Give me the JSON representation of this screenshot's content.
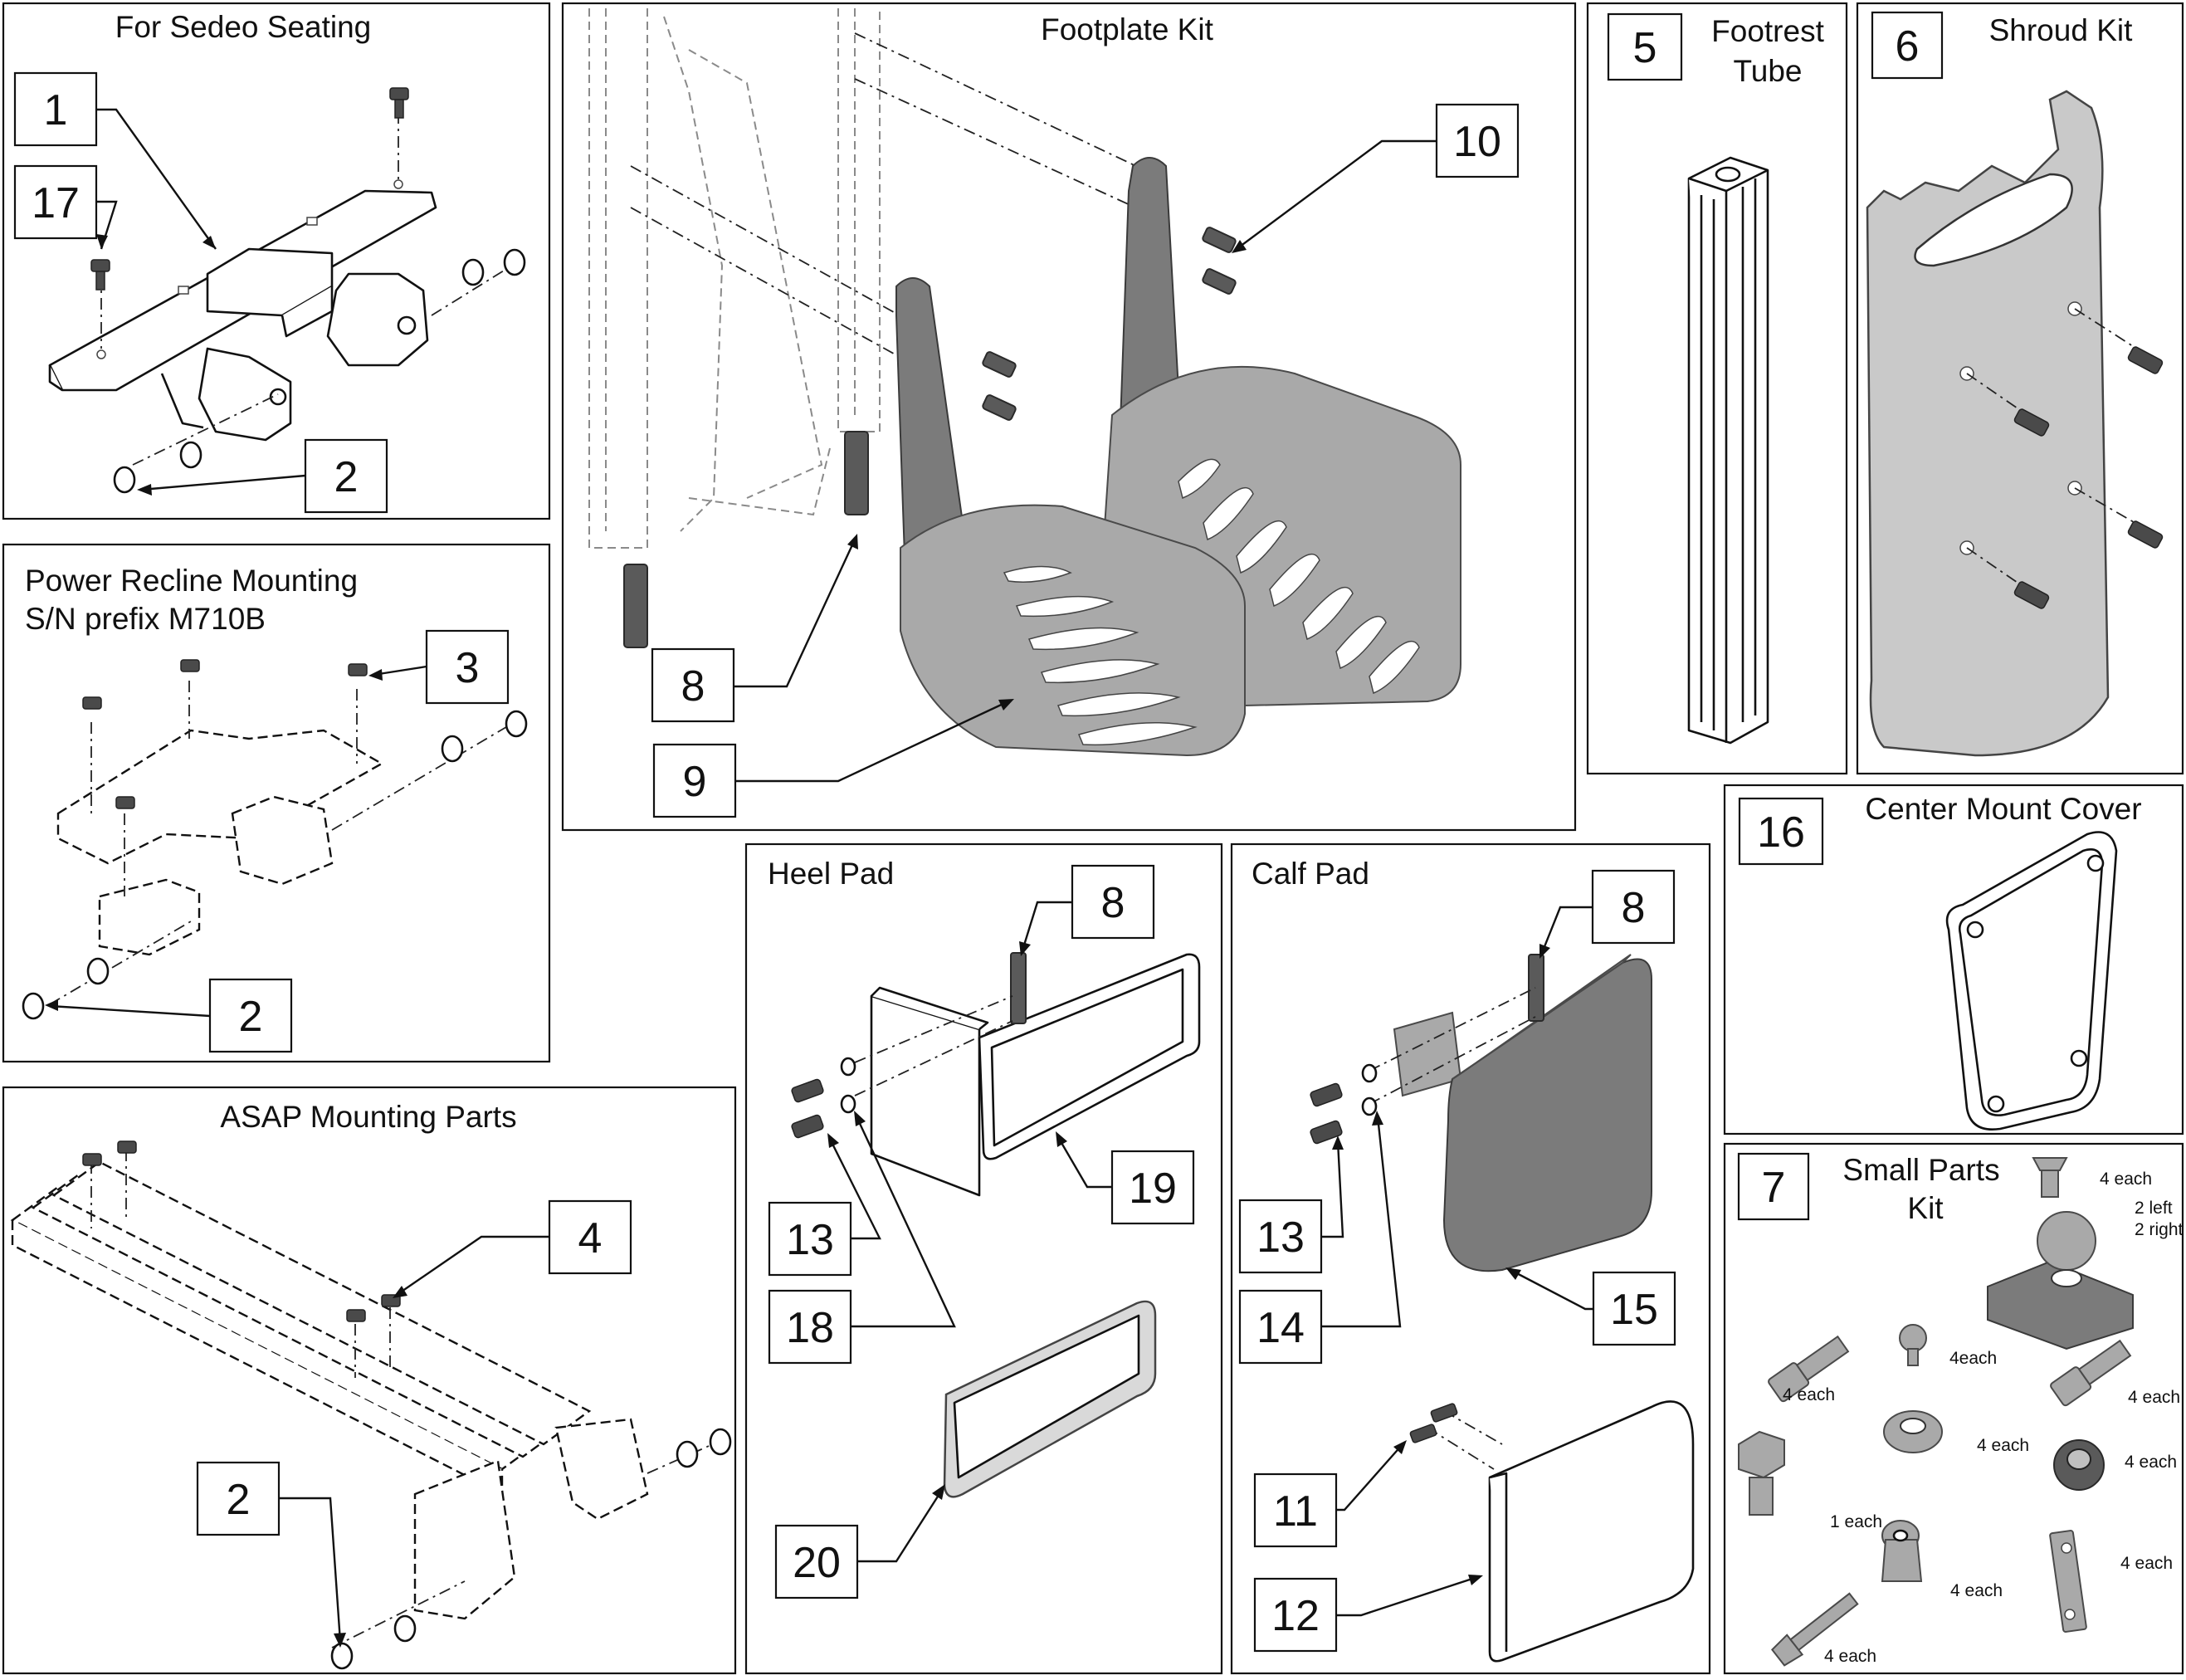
{
  "panels": {
    "sedeo": {
      "title": "For Sedeo Seating",
      "callouts": [
        "1",
        "17",
        "2"
      ]
    },
    "power_recline": {
      "title_line1": "Power Recline Mounting",
      "title_line2": "S/N prefix M710B",
      "callouts": [
        "3",
        "2"
      ]
    },
    "asap": {
      "title": "ASAP Mounting Parts",
      "callouts": [
        "4",
        "2"
      ]
    },
    "footplate": {
      "title": "Footplate Kit",
      "callouts": [
        "10",
        "8",
        "9"
      ]
    },
    "footrest_tube": {
      "number": "5",
      "title_line1": "Footrest",
      "title_line2": "Tube"
    },
    "shroud": {
      "number": "6",
      "title": "Shroud Kit"
    },
    "center_mount": {
      "number": "16",
      "title": "Center Mount Cover"
    },
    "heel_pad": {
      "title": "Heel Pad",
      "callouts": [
        "8",
        "19",
        "13",
        "18",
        "20"
      ]
    },
    "calf_pad": {
      "title": "Calf Pad",
      "callouts": [
        "8",
        "13",
        "15",
        "14",
        "11",
        "12"
      ]
    },
    "small_parts": {
      "number": "7",
      "title_line1": "Small Parts",
      "title_line2": "Kit",
      "labels": {
        "flat_screw": "4 each",
        "clamp_left": "2 left",
        "clamp_right": "2 right",
        "button_screw": "4each",
        "socket_screw_left": "4 each",
        "socket_screw_right": "4 each",
        "spacer": "4 each",
        "bushing": "4 each",
        "hex_bolt": "1 each",
        "sleeve": "4 each",
        "bar": "4 each",
        "long_screw": "4 each"
      }
    }
  }
}
